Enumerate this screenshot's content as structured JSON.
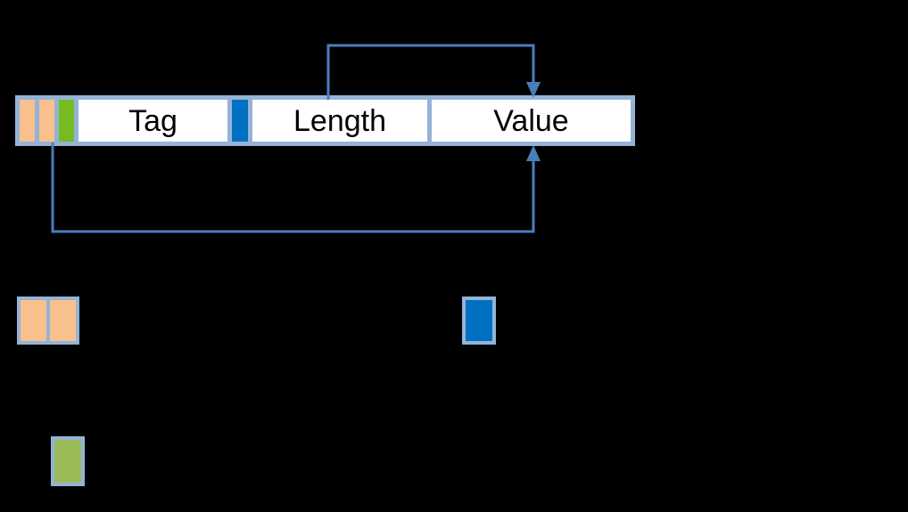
{
  "diagram": {
    "title": "TLV structure diagram",
    "background_color": "#000000",
    "border_color": "#95B3D7",
    "arrow_color": "#4A7EBB",
    "colors": {
      "orange": "#F8C08C",
      "green": "#76BC21",
      "blue": "#0070C0",
      "legend_green": "#9BBB59",
      "white": "#FFFFFF"
    },
    "bar": {
      "segments": [
        {
          "id": "orange-1",
          "kind": "color-block",
          "color": "#F8C08C",
          "label": ""
        },
        {
          "id": "orange-2",
          "kind": "color-block",
          "color": "#F8C08C",
          "label": ""
        },
        {
          "id": "green-1",
          "kind": "color-block",
          "color": "#76BC21",
          "label": ""
        },
        {
          "id": "tag",
          "kind": "labeled",
          "color": "#FFFFFF",
          "label": "Tag"
        },
        {
          "id": "blue-1",
          "kind": "color-block",
          "color": "#0070C0",
          "label": ""
        },
        {
          "id": "length",
          "kind": "labeled",
          "color": "#FFFFFF",
          "label": "Length"
        },
        {
          "id": "value",
          "kind": "labeled",
          "color": "#FFFFFF",
          "label": "Value"
        }
      ]
    },
    "connectors": [
      {
        "id": "length-to-value-top",
        "from": "length",
        "to": "value",
        "direction": "down",
        "label": ""
      },
      {
        "id": "green-to-value-bottom",
        "from": "green-1",
        "to": "value",
        "direction": "up",
        "label": ""
      }
    ],
    "legend": [
      {
        "id": "legend-orange",
        "cells": 2,
        "color": "#F8C08C",
        "label": ""
      },
      {
        "id": "legend-blue",
        "cells": 1,
        "color": "#0070C0",
        "label": ""
      },
      {
        "id": "legend-green",
        "cells": 1,
        "color": "#9BBB59",
        "label": ""
      }
    ]
  }
}
